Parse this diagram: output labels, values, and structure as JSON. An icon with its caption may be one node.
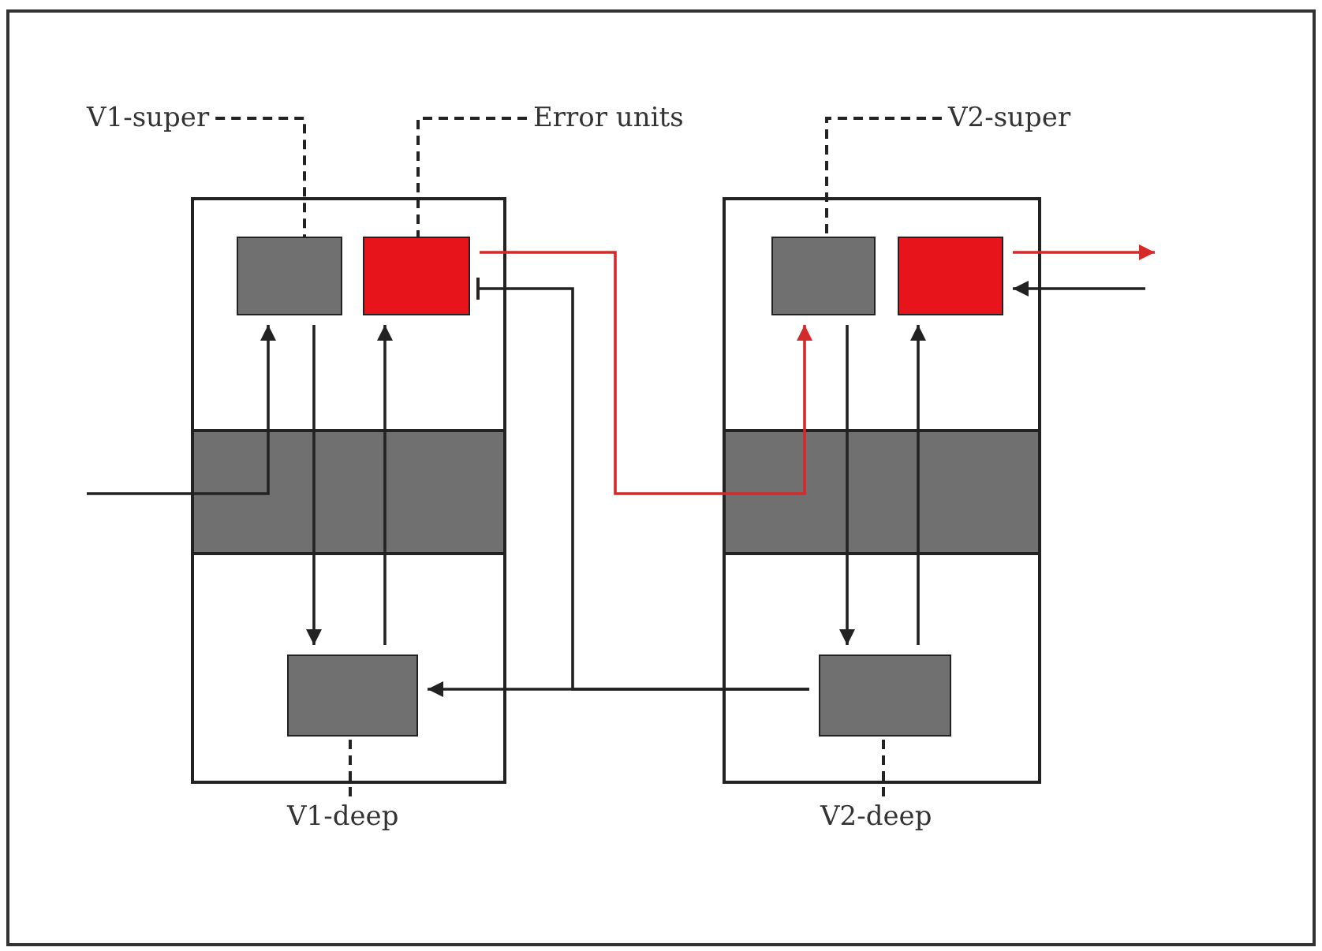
{
  "diagram": {
    "nodes": [
      {
        "text": [
          "V1-super"
        ]
      },
      {
        "text": [
          "Error units"
        ]
      },
      {
        "text": [
          "V2-super"
        ]
      },
      {
        "text": [],
        "shape": "box"
      },
      {
        "text": [],
        "shape": "box",
        "in": 3
      },
      {
        "text": [],
        "shape": "box",
        "in": 3
      },
      {
        "text": [],
        "shape": "box",
        "in": 3
      },
      {
        "text": [],
        "shape": "box"
      },
      {
        "text": [],
        "shape": "box",
        "in": 7
      },
      {
        "text": [],
        "shape": "box",
        "in": 7
      },
      {
        "text": [],
        "shape": "box",
        "in": 7
      },
      {
        "text": [
          "V1-deep"
        ]
      },
      {
        "text": [
          "V2-deep"
        ]
      }
    ],
    "edges": [
      {
        "from": 0,
        "to": 4,
        "arrow": "none",
        "style": "dashed"
      },
      {
        "from": 1,
        "to": 5,
        "arrow": "none",
        "style": "dashed"
      },
      {
        "from": 2,
        "to": 8,
        "arrow": "none",
        "style": "dashed"
      },
      {
        "from": 11,
        "to": 6,
        "arrow": "none",
        "style": "dashed"
      },
      {
        "from": 12,
        "to": 10,
        "arrow": "none",
        "style": "dashed"
      },
      {
        "from": null,
        "to": 4,
        "arrow": "to"
      },
      {
        "from": 4,
        "to": 6,
        "arrow": "to"
      },
      {
        "from": 6,
        "to": 5,
        "arrow": "to"
      },
      {
        "from": 5,
        "to": 8,
        "arrow": "to",
        "color": "#d42a2a"
      },
      {
        "from": 9,
        "to": null,
        "arrow": "to",
        "color": "#d42a2a"
      },
      {
        "from": null,
        "to": 9,
        "arrow": "to"
      },
      {
        "from": 8,
        "to": 10,
        "arrow": "to"
      },
      {
        "from": 10,
        "to": 9,
        "arrow": "to"
      },
      {
        "from": 10,
        "to": 6,
        "arrow": "to"
      },
      {
        "from": 10,
        "to": 5,
        "arrow": "other"
      }
    ]
  }
}
